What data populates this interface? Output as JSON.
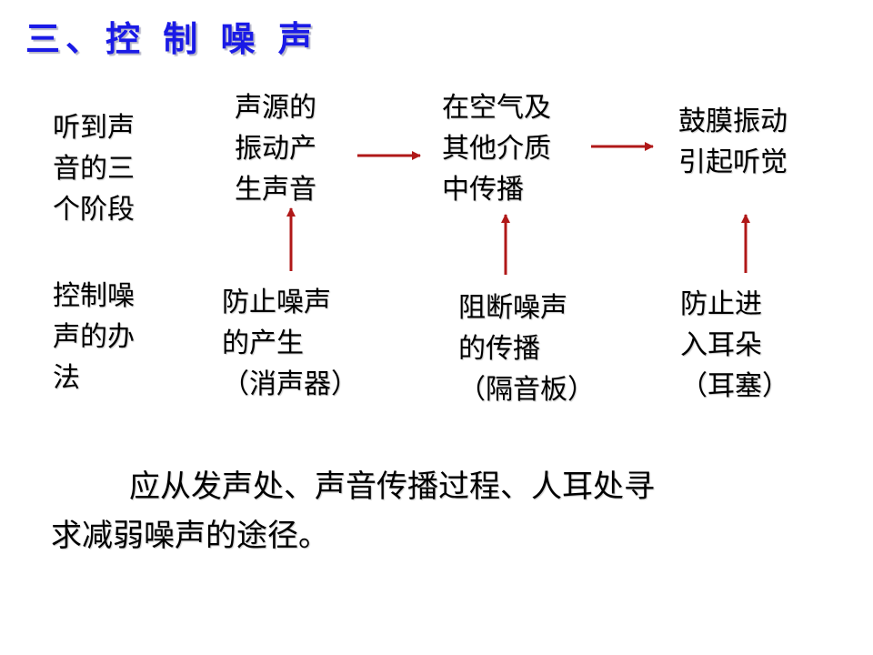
{
  "title": "三、控 制 噪 声",
  "stages_label": [
    "听到声",
    "音的三",
    "个阶段"
  ],
  "methods_label": [
    "控制噪",
    "声的办",
    "法"
  ],
  "stages": [
    {
      "lines": [
        "声源的",
        "振动产",
        "生声音"
      ]
    },
    {
      "lines": [
        "在空气及",
        "其他介质",
        "中传播"
      ]
    },
    {
      "lines": [
        "鼓膜振动",
        "引起听觉"
      ]
    }
  ],
  "methods": [
    {
      "lines": [
        "防止噪声",
        "的产生",
        "（消声器）"
      ]
    },
    {
      "lines": [
        "阻断噪声",
        "的传播",
        "（隔音板）"
      ]
    },
    {
      "lines": [
        "防止进",
        "入耳朵",
        "（耳塞）"
      ]
    }
  ],
  "summary": [
    "应从发声处、声音传播过程、人耳处寻",
    "求减弱噪声的途径。"
  ],
  "colors": {
    "title": "#1a1ae6",
    "arrow": "#b01818"
  }
}
